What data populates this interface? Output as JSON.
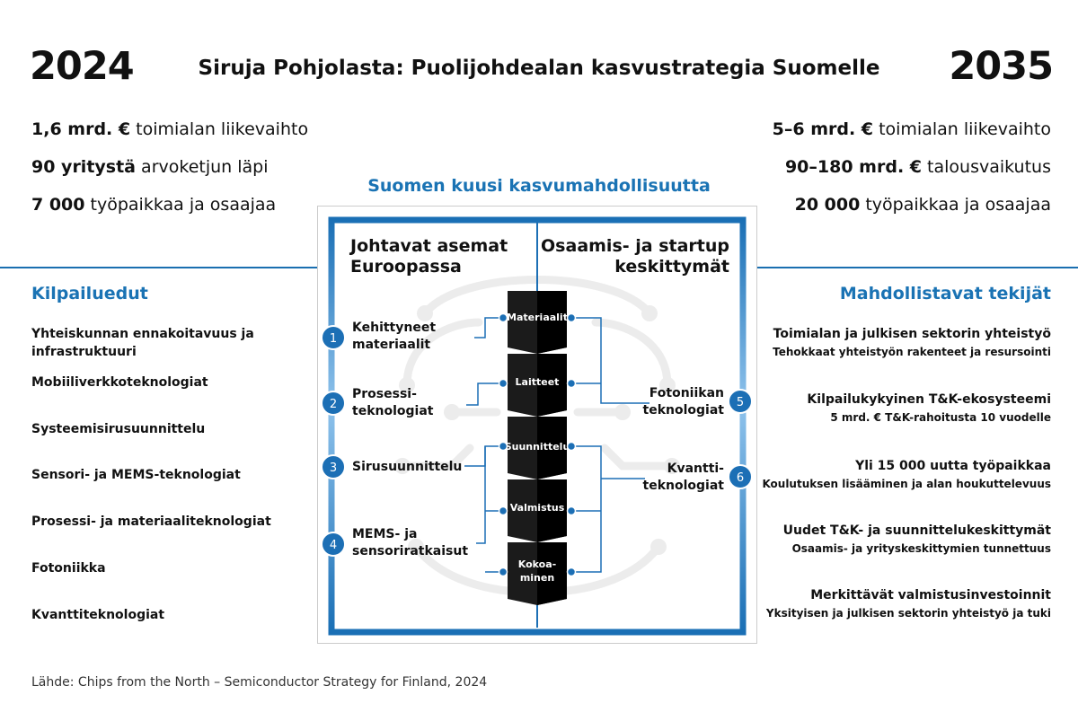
{
  "header": {
    "year_start": "2024",
    "year_end": "2035",
    "title": "Siruja Pohjolasta: Puolijohdealan kasvustrategia Suomelle"
  },
  "stats_2024": [
    {
      "value": "1,6 mrd. €",
      "label": " toimialan liikevaihto"
    },
    {
      "value": "90 yritystä",
      "label": " arvoketjun läpi"
    },
    {
      "value": "7 000",
      "label": " työpaikkaa ja osaajaa"
    }
  ],
  "stats_2035": [
    {
      "value": "5–6 mrd. €",
      "label": " toimialan liikevaihto"
    },
    {
      "value": "90–180 mrd. €",
      "label": " talousvaikutus"
    },
    {
      "value": "20 000",
      "label": " työpaikkaa ja osaajaa"
    }
  ],
  "center_title": "Suomen kuusi kasvumahdollisuutta",
  "competitive_advantages": {
    "title": "Kilpailuedut",
    "items": [
      "Yhteiskunnan ennakoitavuus ja infrastruktuuri",
      "Mobiiliverkkoteknologiat",
      "Systeemisirusuunnittelu",
      "Sensori- ja MEMS-teknologiat",
      "Prosessi- ja materiaaliteknologiat",
      "Fotoniikka",
      "Kvanttiteknologiat"
    ]
  },
  "enablers": {
    "title": "Mahdollistavat tekijät",
    "items": [
      {
        "title": "Toimialan ja julkisen sektorin yhteistyö",
        "subtitle": "Tehokkaat yhteistyön rakenteet ja resursointi"
      },
      {
        "title": "Kilpailukykyinen T&K-ekosysteemi",
        "subtitle": "5 mrd. € T&K-rahoitusta 10 vuodelle"
      },
      {
        "title": "Yli 15 000 uutta työpaikkaa",
        "subtitle": "Koulutuksen lisääminen ja alan houkuttelevuus"
      },
      {
        "title": "Uudet T&K- ja suunnittelukeskittymät",
        "subtitle": "Osaamis- ja yrityskeskittymien tunnettuus"
      },
      {
        "title": "Merkittävät valmistusinvestoinnit",
        "subtitle": "Yksityisen ja julkisen sektorin yhteistyö ja tuki"
      }
    ]
  },
  "diagram": {
    "left_column_title": "Johtavat asemat Euroopassa",
    "right_column_title": "Osaamis- ja startup keskittymät",
    "value_chain_steps": [
      "Materiaalit",
      "Laitteet",
      "Suunnittelu",
      "Valmistus",
      "Kokoa-\nminen"
    ],
    "opportunities_left": [
      {
        "number": "1",
        "label": "Kehittyneet materiaalit"
      },
      {
        "number": "2",
        "label": "Prosessi-\nteknologiat"
      },
      {
        "number": "3",
        "label": "Sirusuunnittelu"
      },
      {
        "number": "4",
        "label": "MEMS- ja sensoriratkaisut"
      }
    ],
    "opportunities_right": [
      {
        "number": "5",
        "label": "Fotoniikan teknologiat"
      },
      {
        "number": "6",
        "label": "Kvantti-\nteknologiat"
      }
    ]
  },
  "source": "Lähde: Chips from the North – Semiconductor Strategy for Finland, 2024",
  "colors": {
    "accent_blue": "#1a73b4",
    "frame_blue": "#1c6fb5",
    "step_dark": "#1b1b1b"
  }
}
